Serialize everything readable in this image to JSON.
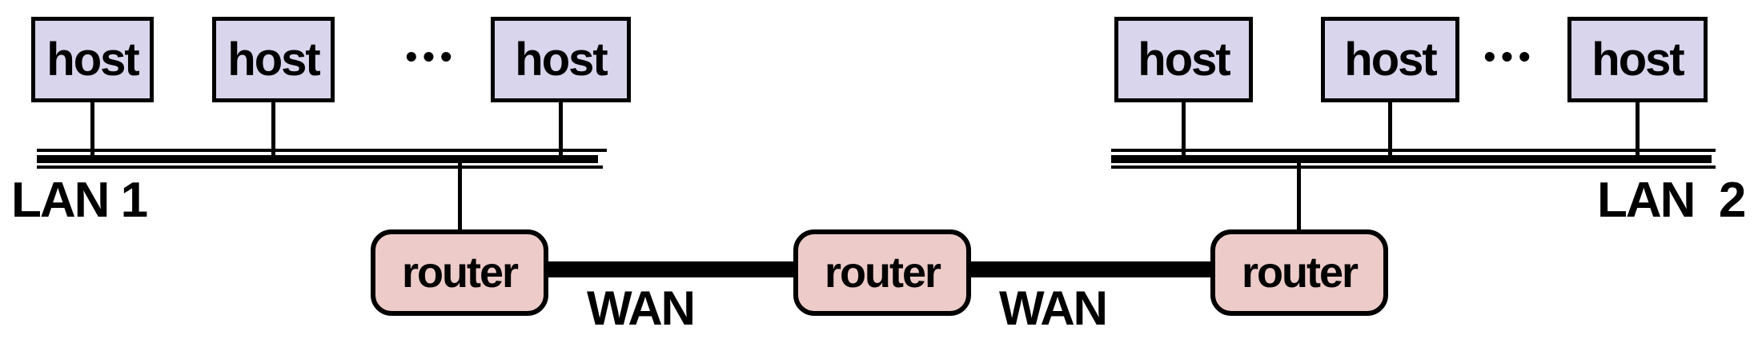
{
  "lans": [
    {
      "label": "LAN 1",
      "hosts": [
        "host",
        "host",
        "host"
      ],
      "ellipsis": "•••"
    },
    {
      "label": "LAN  2",
      "hosts": [
        "host",
        "host",
        "host"
      ],
      "ellipsis": "•••"
    }
  ],
  "routers": [
    "router",
    "router",
    "router"
  ],
  "wan": {
    "labels": [
      "WAN",
      "WAN"
    ]
  },
  "colors": {
    "host_fill": "#d8d5ec",
    "router_fill": "#edcbc8",
    "line": "#000000",
    "text": "#000000",
    "background": "#ffffff"
  }
}
